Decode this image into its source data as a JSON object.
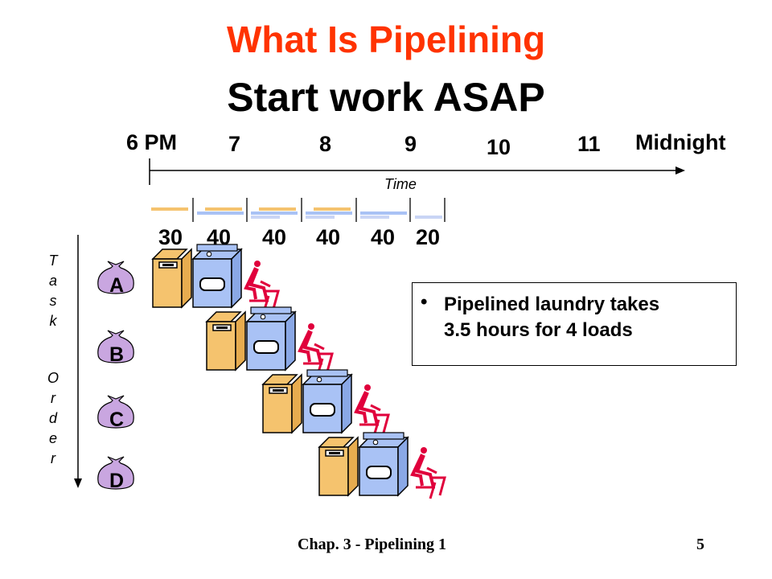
{
  "title": "What Is Pipelining",
  "subtitle": "Start work ASAP",
  "timeline": {
    "ticks": [
      "6 PM",
      "7",
      "8",
      "9",
      "10",
      "11",
      "Midnight"
    ],
    "axis_label": "Time",
    "durations": [
      "30",
      "40",
      "40",
      "40",
      "40",
      "20"
    ]
  },
  "task_order_label": [
    "T",
    "a",
    "s",
    "k",
    "",
    "O",
    "r",
    "d",
    "e",
    "r"
  ],
  "tasks": [
    {
      "label": "A"
    },
    {
      "label": "B"
    },
    {
      "label": "C"
    },
    {
      "label": "D"
    }
  ],
  "note": {
    "bullet": "•",
    "line1": "Pipelined laundry takes",
    "line2": "3.5 hours for 4 loads"
  },
  "footer": {
    "left": "Chap. 3 - Pipelining 1",
    "right": "5"
  },
  "colors": {
    "title": "#ff3300",
    "washer": "#f5c36e",
    "dryer": "#a9c2f5",
    "bag": "#c9a6e0",
    "person": "#e0003c"
  }
}
